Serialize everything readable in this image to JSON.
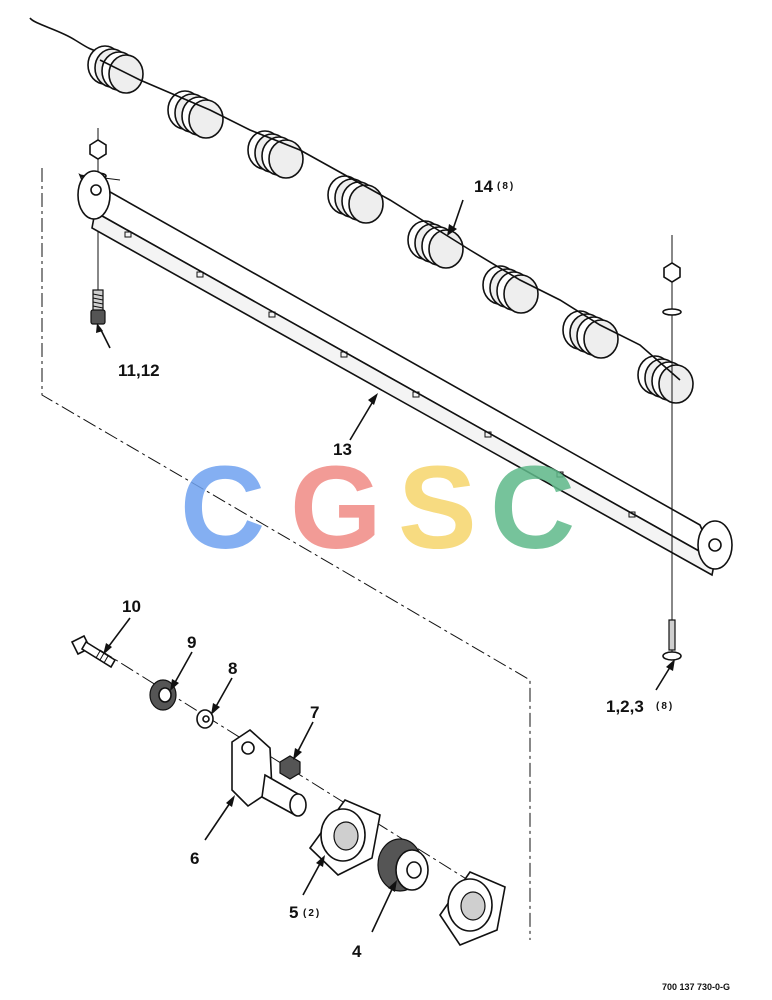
{
  "callouts": {
    "c14": {
      "num": "14",
      "qty": "(8)"
    },
    "c11_12": {
      "num": "11,12"
    },
    "c13": {
      "num": "13"
    },
    "c10": {
      "num": "10"
    },
    "c9": {
      "num": "9"
    },
    "c8": {
      "num": "8"
    },
    "c7": {
      "num": "7"
    },
    "c6": {
      "num": "6"
    },
    "c5": {
      "num": "5",
      "qty": "(2)"
    },
    "c4": {
      "num": "4"
    },
    "c1_2_3": {
      "num": "1,2,3",
      "qty": "(8)"
    }
  },
  "watermark": {
    "letters": [
      "C",
      "G",
      "S",
      "C"
    ],
    "colors": [
      "#6fa2f0",
      "#f08a84",
      "#f6d56c",
      "#5fb98a"
    ]
  },
  "reference_code": "700 137 730-0-G"
}
